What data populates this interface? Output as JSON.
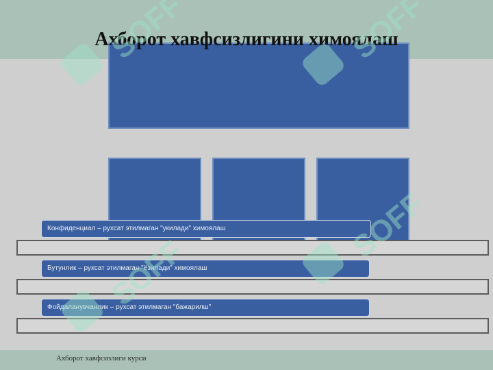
{
  "slide": {
    "title": "Ахборот хавфсизлигини химоялаш",
    "footer": "Ахборот хавфсизлиги курси"
  },
  "bars": [
    {
      "text": "Конфиденциал – рухсат этилмаган \"укилади\" химоялаш"
    },
    {
      "text": "Бутунлик – рухсат этилмаган \"ёзилади\" химоялаш"
    },
    {
      "text": "Фойдаланувчанлик – рухсат этилмаган \"бажарилш\""
    }
  ],
  "watermark": {
    "text": "SOFF"
  },
  "colors": {
    "background": "#cfcfcf",
    "band": "#a9c1b6",
    "box_fill": "#3a5fa0",
    "watermark": "#9fe5c9"
  }
}
